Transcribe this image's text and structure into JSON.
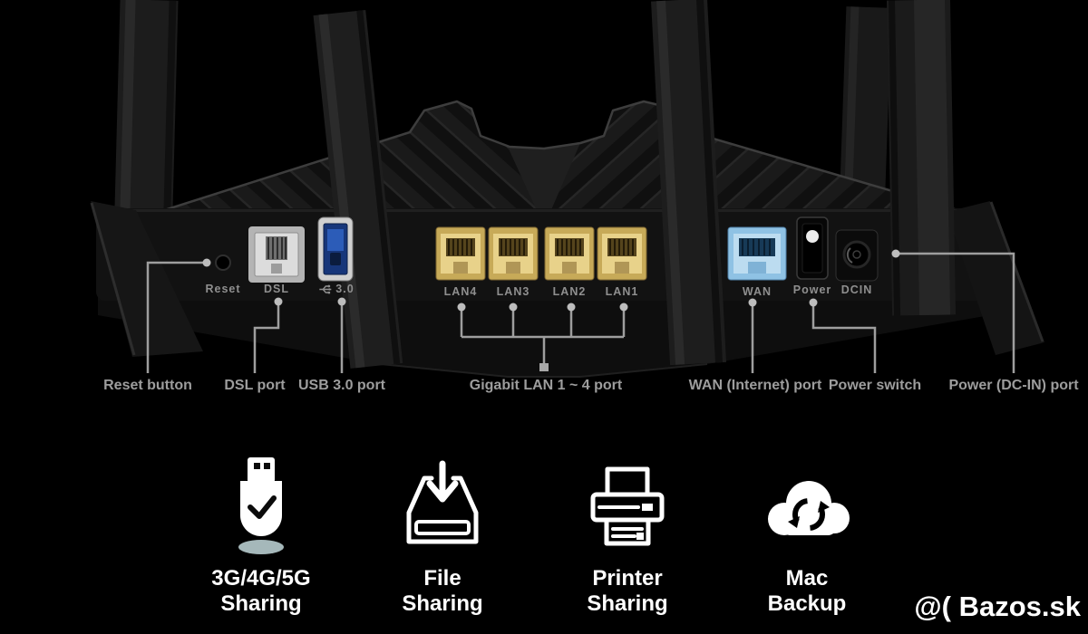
{
  "router": {
    "port_labels": {
      "reset": "Reset",
      "dsl": "DSL",
      "usb": "3.0",
      "lan4": "LAN4",
      "lan3": "LAN3",
      "lan2": "LAN2",
      "lan1": "LAN1",
      "wan": "WAN",
      "power": "Power",
      "dcin": "DCIN"
    },
    "callouts": {
      "reset": "Reset button",
      "dsl": "DSL port",
      "usb": "USB 3.0 port",
      "lan": "Gigabit LAN 1 ~ 4 port",
      "wan": "WAN (Internet) port",
      "power": "Power switch",
      "dcin": "Power (DC-IN) port"
    }
  },
  "features": [
    {
      "icon": "usb-modem-check-icon",
      "line1": "3G/4G/5G",
      "line2": "Sharing"
    },
    {
      "icon": "file-tray-download-icon",
      "line1": "File",
      "line2": "Sharing"
    },
    {
      "icon": "printer-icon",
      "line1": "Printer",
      "line2": "Sharing"
    },
    {
      "icon": "cloud-sync-icon",
      "line1": "Mac",
      "line2": "Backup"
    }
  ],
  "watermark": {
    "text": "@( Bazos.sk"
  },
  "colors": {
    "background": "#000000",
    "lan_port": "#c7aa58",
    "wan_port": "#8fc2e4",
    "usb_port": "#17367a",
    "dsl_port": "#b4b4b4",
    "callout_line": "#9e9e9e",
    "callout_text": "#9d9d9d",
    "feature_text": "#ffffff"
  }
}
